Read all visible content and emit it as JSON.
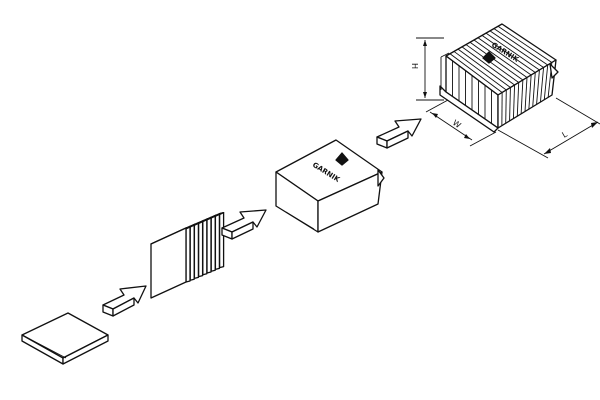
{
  "diagram": {
    "steps": [
      {
        "id": "flat-sheet"
      },
      {
        "id": "pleated-pack"
      },
      {
        "id": "frame-box"
      },
      {
        "id": "assembled-filter"
      }
    ],
    "box_logo": "GARNIK",
    "filter_logo": "GARNIK",
    "dimensions": {
      "height_label": "H",
      "width_label": "W",
      "length_label": "L"
    }
  }
}
